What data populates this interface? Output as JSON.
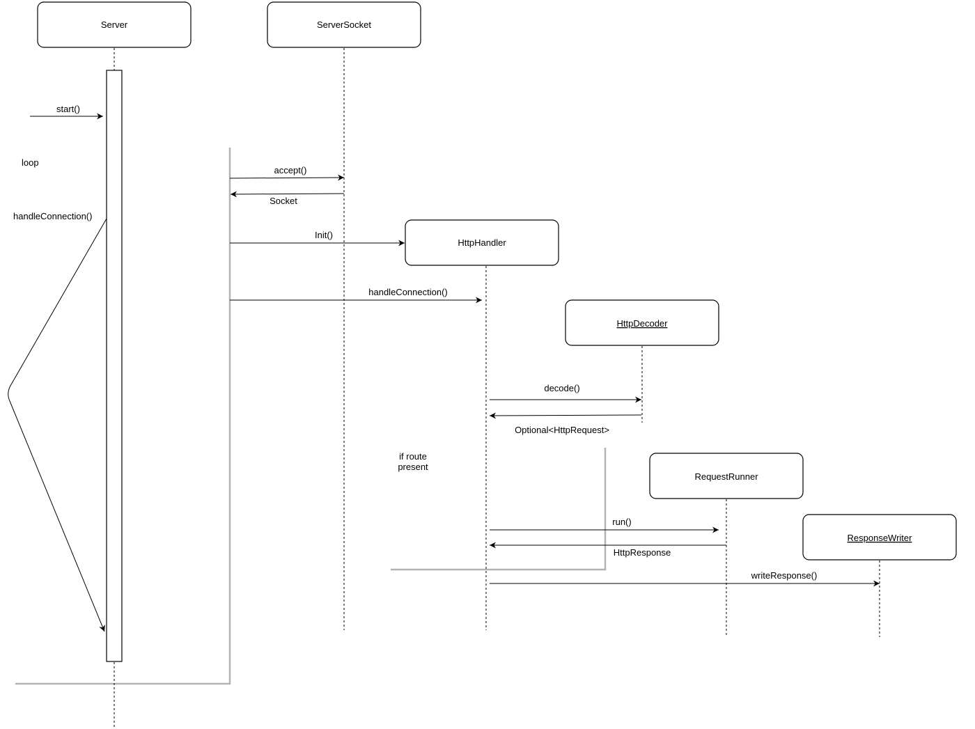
{
  "participants": {
    "server": "Server",
    "server_socket": "ServerSocket",
    "http_handler": "HttpHandler",
    "http_decoder": "HttpDecoder",
    "request_runner": "RequestRunner",
    "response_writer": "ResponseWriter"
  },
  "messages": {
    "start": "start()",
    "accept": "accept()",
    "socket": "Socket",
    "init": "Init()",
    "handle_connection_call": "handleConnection()",
    "decode": "decode()",
    "optional_request": "Optional<HttpRequest>",
    "run": "run()",
    "http_response": "HttpResponse",
    "write_response": "writeResponse()"
  },
  "frames": {
    "loop_label": "loop",
    "loop_body_label": "handleConnection()",
    "condition_line1": "if route",
    "condition_line2": "present"
  },
  "colors": {
    "frame_border": "#b3b3b3",
    "line": "#000000",
    "background": "#ffffff"
  }
}
